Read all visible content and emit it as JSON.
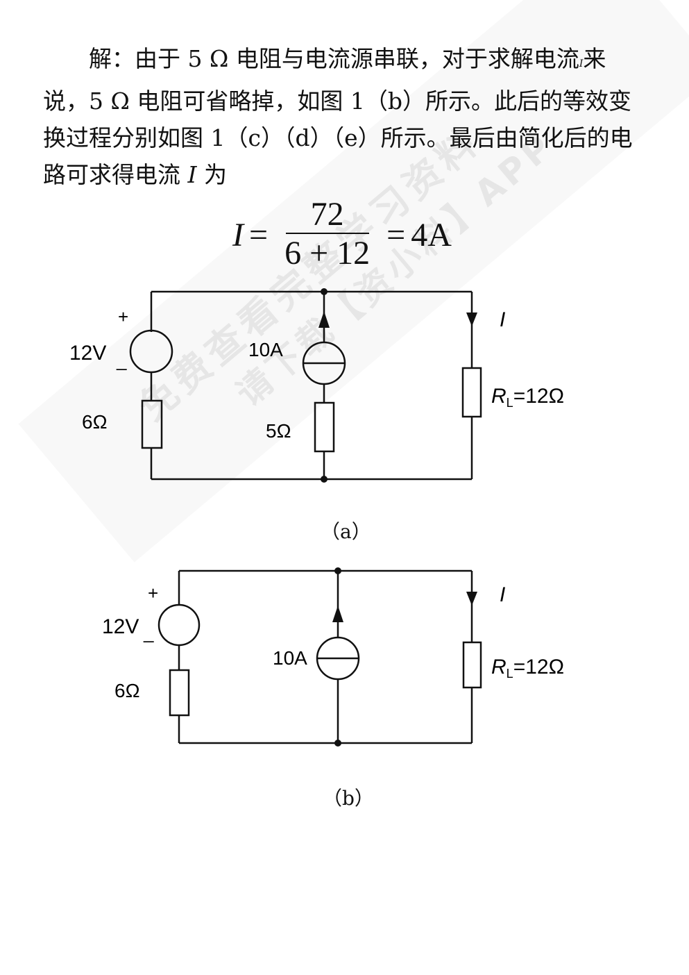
{
  "paragraph": {
    "part1": "解：由于 5 Ω 电阻与电流源串联，对于求解电流",
    "small_i": "I",
    "part2": "来说，5 Ω 电阻可省略掉，如图 1（b）所示。此后的等效变换过程分别如图 1（c）（d）（e）所示。最后由简化后的电路可求得电流 ",
    "italic_I": "I",
    "part3": " 为"
  },
  "formula": {
    "lhs": "I",
    "eq1": "=",
    "numerator": "72",
    "denominator": "6 + 12",
    "eq2": "=",
    "result": "4A"
  },
  "circuit_a": {
    "plus": "+",
    "minus": "_",
    "voltage_source": "12V",
    "current_source": "10A",
    "resistor_left": "6Ω",
    "resistor_middle": "5Ω",
    "current_label": "I",
    "load_label": "R",
    "load_subscript": "L",
    "load_value": "=12Ω",
    "caption": "（a）"
  },
  "circuit_b": {
    "plus": "+",
    "minus": "_",
    "voltage_source": "12V",
    "current_source": "10A",
    "resistor_left": "6Ω",
    "current_label": "I",
    "load_label": "R",
    "load_subscript": "L",
    "load_value": "=12Ω",
    "caption": "（b）"
  },
  "watermark": {
    "line1": "免费查看完整学习资料",
    "line2": "请下载【资小料】APP"
  }
}
